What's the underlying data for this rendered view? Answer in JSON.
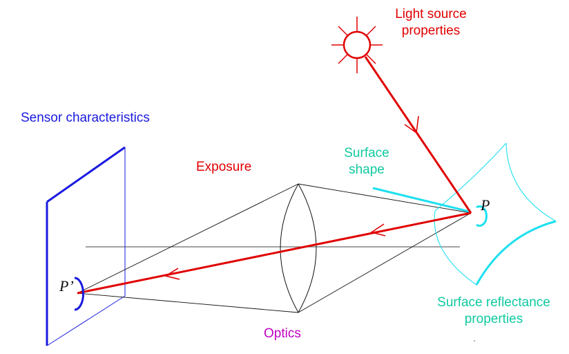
{
  "labels": {
    "light_source": [
      "Light source",
      "properties"
    ],
    "sensor": "Sensor characteristics",
    "exposure": "Exposure",
    "surface_shape": [
      "Surface",
      "shape"
    ],
    "surface_reflectance": [
      "Surface reflectance",
      "properties"
    ],
    "optics": "Optics",
    "point_scene": "P",
    "point_image": "P’"
  },
  "colors": {
    "red": "#e00000",
    "blue": "#1a1adf",
    "teal": "#10c9a0",
    "cyan": "#1ee0f0",
    "magenta": "#c000c0",
    "gray": "#6a6a6a",
    "black": "#111111"
  }
}
